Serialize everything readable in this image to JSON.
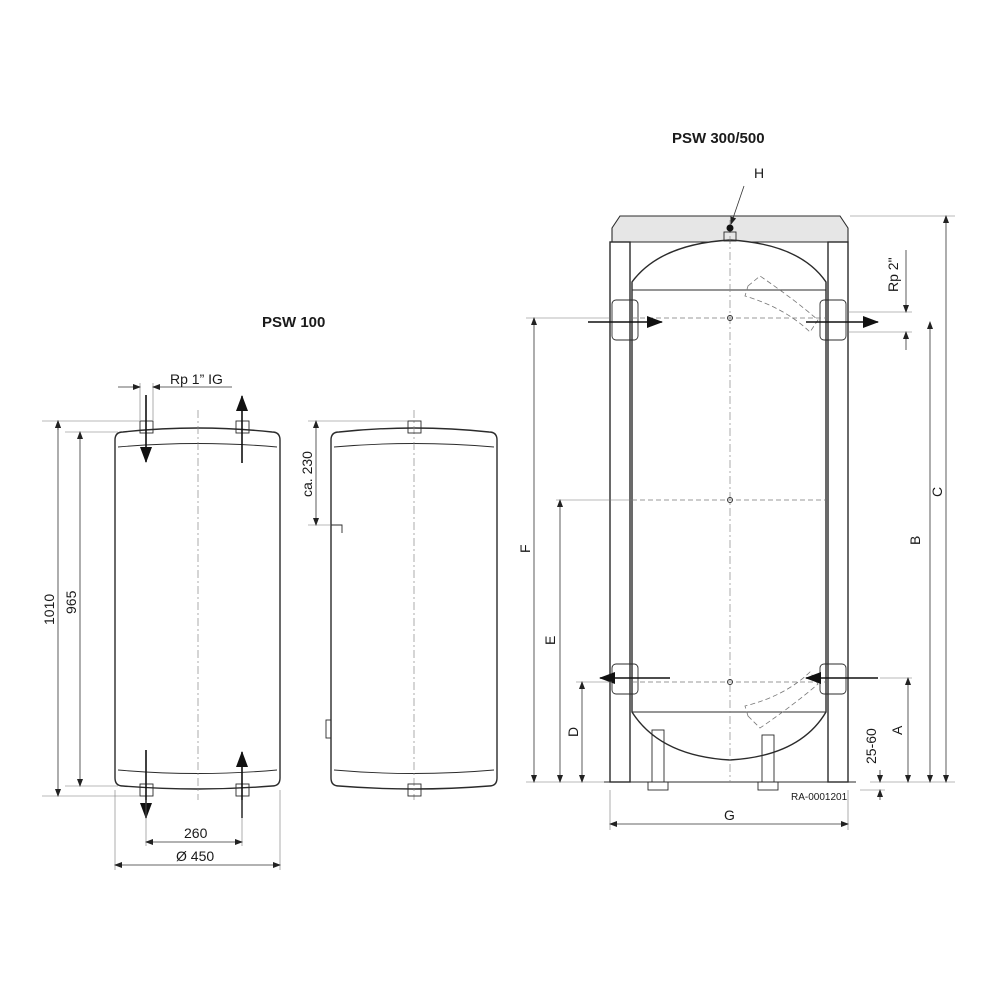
{
  "titles": {
    "psw100": "PSW 100",
    "psw300_500": "PSW 300/500"
  },
  "psw100": {
    "connection_label": "Rp 1” IG",
    "height_total": "1010",
    "height_upper": "965",
    "width_connections": "260",
    "diameter": "Ø 450",
    "side_dim": "ca. 230"
  },
  "psw300_500": {
    "label_h": "H",
    "label_rp2": "Rp 2\"",
    "label_c": "C",
    "label_b": "B",
    "label_a": "A",
    "label_feet": "25-60",
    "label_f": "F",
    "label_e": "E",
    "label_d": "D",
    "label_g": "G"
  },
  "drawing_ref": "RA-0001201"
}
